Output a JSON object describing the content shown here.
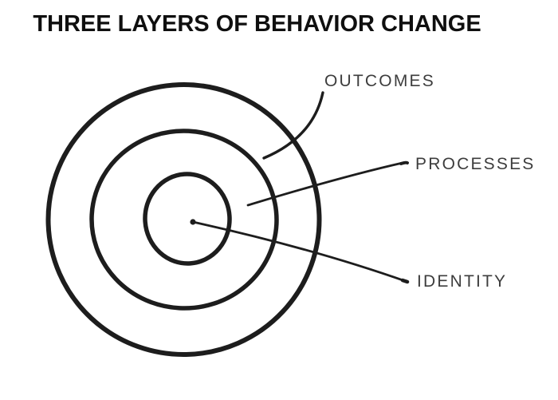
{
  "title": "THREE LAYERS OF BEHAVIOR CHANGE",
  "diagram": {
    "type": "concentric-circles",
    "labels": {
      "outcomes": "OUTCOMES",
      "processes": "PROCESSES",
      "identity": "IDENTITY"
    },
    "rings": [
      {
        "name": "outer-ring",
        "label": "OUTCOMES"
      },
      {
        "name": "middle-ring",
        "label": "PROCESSES"
      },
      {
        "name": "inner-ring",
        "label": "IDENTITY"
      }
    ],
    "colors": {
      "background": "#ffffff",
      "stroke": "#1d1d1d",
      "label": "#3d3d3d",
      "title": "#0f0f0f"
    }
  }
}
